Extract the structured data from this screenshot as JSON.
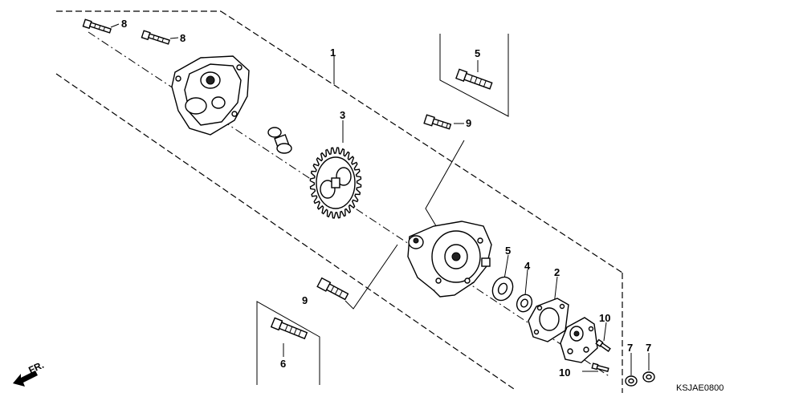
{
  "diagram": {
    "part_code": "KSJAE0800",
    "front_label": "FR.",
    "callouts": [
      {
        "id": "c8a",
        "text": "8"
      },
      {
        "id": "c8b",
        "text": "8"
      },
      {
        "id": "c1",
        "text": "1"
      },
      {
        "id": "c5top",
        "text": "5"
      },
      {
        "id": "c3",
        "text": "3"
      },
      {
        "id": "c9a",
        "text": "9"
      },
      {
        "id": "c5",
        "text": "5"
      },
      {
        "id": "c4",
        "text": "4"
      },
      {
        "id": "c2",
        "text": "2"
      },
      {
        "id": "c9b",
        "text": "9"
      },
      {
        "id": "c10a",
        "text": "10"
      },
      {
        "id": "c10b",
        "text": "10"
      },
      {
        "id": "c7a",
        "text": "7"
      },
      {
        "id": "c7b",
        "text": "7"
      },
      {
        "id": "c6",
        "text": "6"
      }
    ]
  }
}
